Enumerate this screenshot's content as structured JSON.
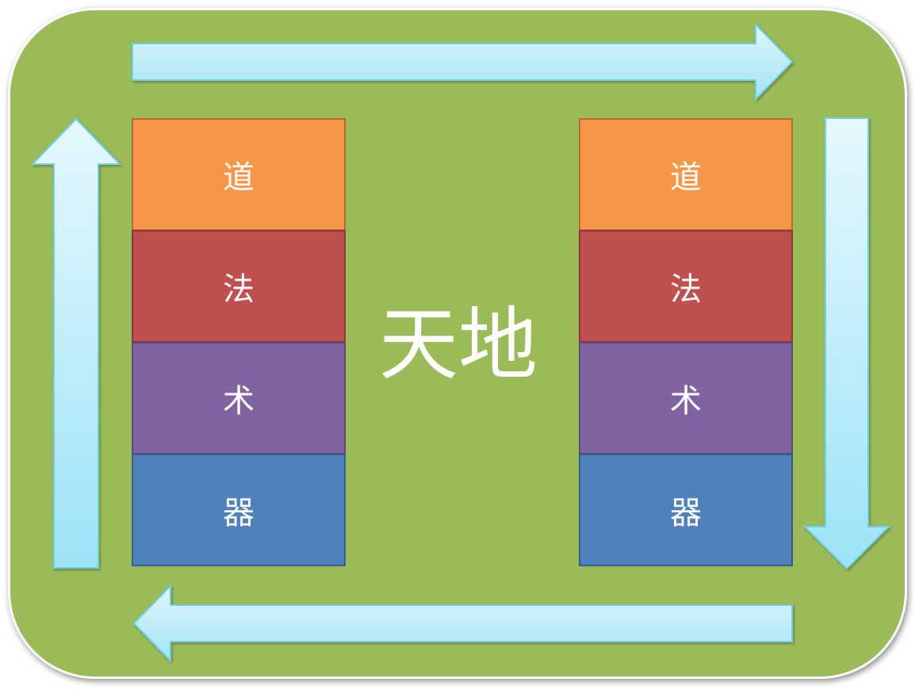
{
  "center_label": "天地",
  "left_stack": {
    "blocks": [
      {
        "label": "道"
      },
      {
        "label": "法"
      },
      {
        "label": "术"
      },
      {
        "label": "器"
      }
    ]
  },
  "right_stack": {
    "blocks": [
      {
        "label": "道"
      },
      {
        "label": "法"
      },
      {
        "label": "术"
      },
      {
        "label": "器"
      }
    ]
  },
  "colors": {
    "background": "#9bbb59",
    "dao": "#f79646",
    "fa": "#c0504d",
    "shu": "#8064a2",
    "qi": "#4f81bd",
    "arrow": "#a6e8f8"
  },
  "arrows": [
    {
      "direction": "right"
    },
    {
      "direction": "down"
    },
    {
      "direction": "left"
    },
    {
      "direction": "up"
    }
  ]
}
